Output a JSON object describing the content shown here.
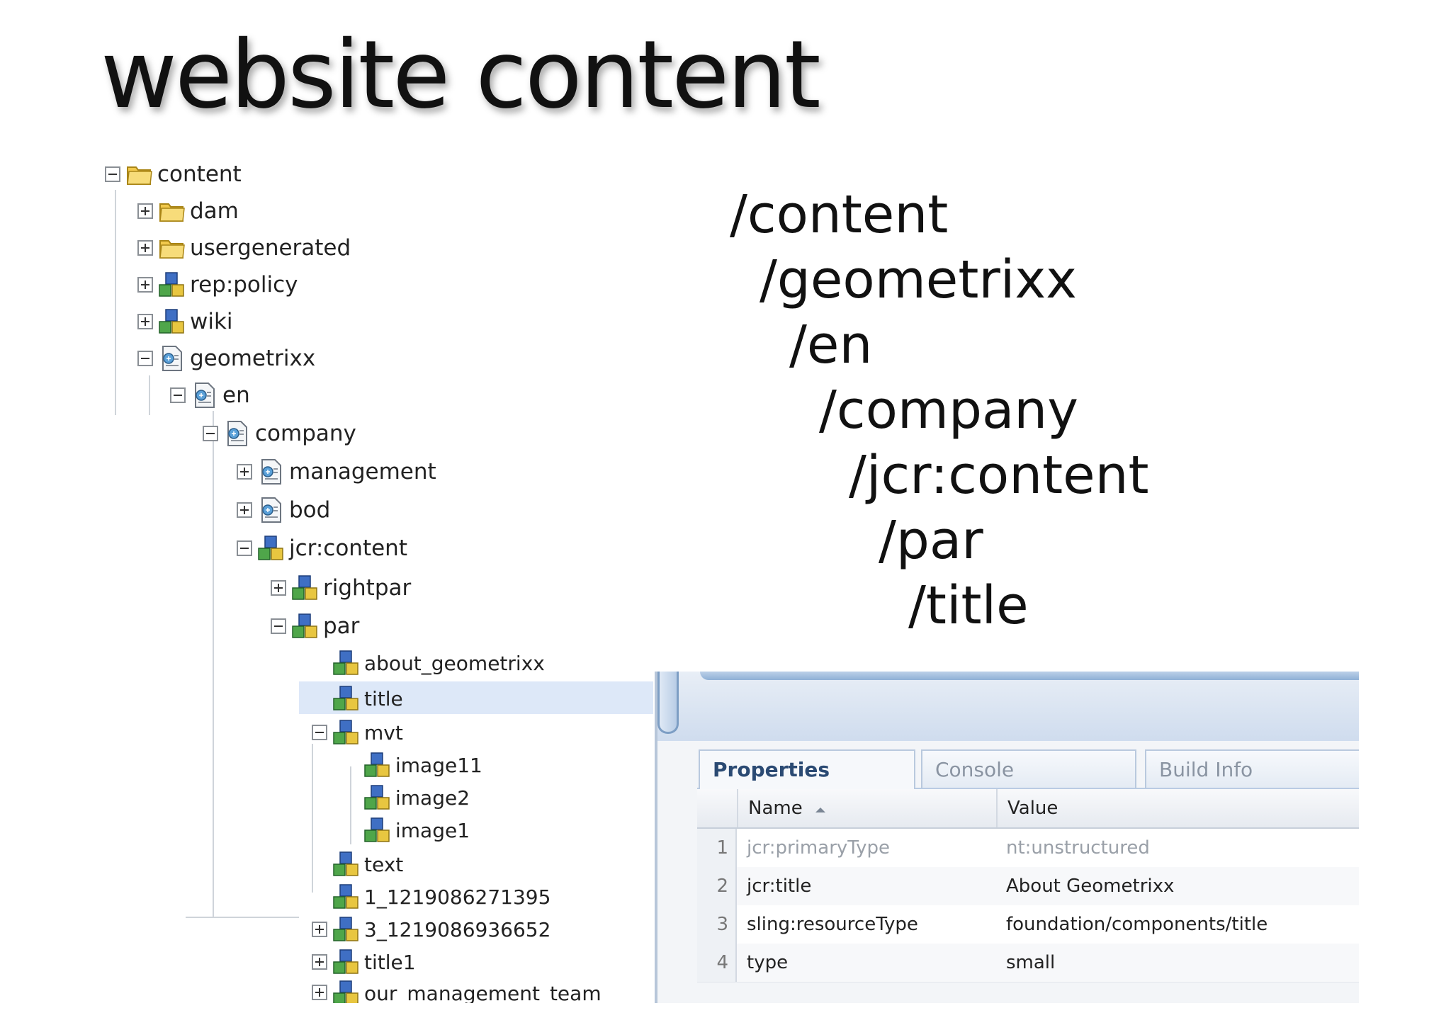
{
  "slide": {
    "title": "website content"
  },
  "path_lines": [
    "/content",
    "/geometrixx",
    "/en",
    "/company",
    "/jcr:content",
    "/par",
    "/title"
  ],
  "tree": {
    "nodes": [
      {
        "label": "content",
        "icon": "folder-icon",
        "toggle": "minus"
      },
      {
        "label": "dam",
        "icon": "folder-icon",
        "toggle": "plus"
      },
      {
        "label": "usergenerated",
        "icon": "folder-icon",
        "toggle": "plus"
      },
      {
        "label": "rep:policy",
        "icon": "node-icon",
        "toggle": "plus"
      },
      {
        "label": "wiki",
        "icon": "node-icon",
        "toggle": "plus"
      },
      {
        "label": "geometrixx",
        "icon": "page-icon",
        "toggle": "minus"
      },
      {
        "label": "en",
        "icon": "page-icon",
        "toggle": "minus"
      },
      {
        "label": "company",
        "icon": "page-icon",
        "toggle": "minus"
      },
      {
        "label": "management",
        "icon": "page-icon",
        "toggle": "plus"
      },
      {
        "label": "bod",
        "icon": "page-icon",
        "toggle": "plus"
      },
      {
        "label": "jcr:content",
        "icon": "node-icon",
        "toggle": "minus"
      },
      {
        "label": "rightpar",
        "icon": "node-icon",
        "toggle": "plus"
      },
      {
        "label": "par",
        "icon": "node-icon",
        "toggle": "minus"
      },
      {
        "label": "about_geometrixx",
        "icon": "node-icon",
        "toggle": "none"
      },
      {
        "label": "title",
        "icon": "node-icon",
        "toggle": "none",
        "selected": true
      },
      {
        "label": "mvt",
        "icon": "node-icon",
        "toggle": "minus"
      },
      {
        "label": "image11",
        "icon": "node-icon",
        "toggle": "none"
      },
      {
        "label": "image2",
        "icon": "node-icon",
        "toggle": "none"
      },
      {
        "label": "image1",
        "icon": "node-icon",
        "toggle": "none"
      },
      {
        "label": "text",
        "icon": "node-icon",
        "toggle": "none"
      },
      {
        "label": "1_1219086271395",
        "icon": "node-icon",
        "toggle": "none"
      },
      {
        "label": "3_1219086936652",
        "icon": "node-icon",
        "toggle": "plus"
      },
      {
        "label": "title1",
        "icon": "node-icon",
        "toggle": "plus"
      },
      {
        "label": "our_management_team",
        "icon": "node-icon",
        "toggle": "plus"
      }
    ]
  },
  "properties": {
    "tabs": [
      "Properties",
      "Console",
      "Build Info"
    ],
    "active_tab": "Properties",
    "columns": {
      "name": "Name",
      "value": "Value"
    },
    "rows": [
      {
        "num": "1",
        "name": "jcr:primaryType",
        "value": "nt:unstructured",
        "muted": true
      },
      {
        "num": "2",
        "name": "jcr:title",
        "value": "About Geometrixx"
      },
      {
        "num": "3",
        "name": "sling:resourceType",
        "value": "foundation/components/title"
      },
      {
        "num": "4",
        "name": "type",
        "value": "small"
      }
    ]
  },
  "colors": {
    "selection": "#dde8f8",
    "tab_active_text": "#2b4a73",
    "folder": "#f2c94c",
    "node_blue": "#3f6fc4",
    "node_green": "#4fa64a",
    "node_yellow": "#e8c640"
  }
}
